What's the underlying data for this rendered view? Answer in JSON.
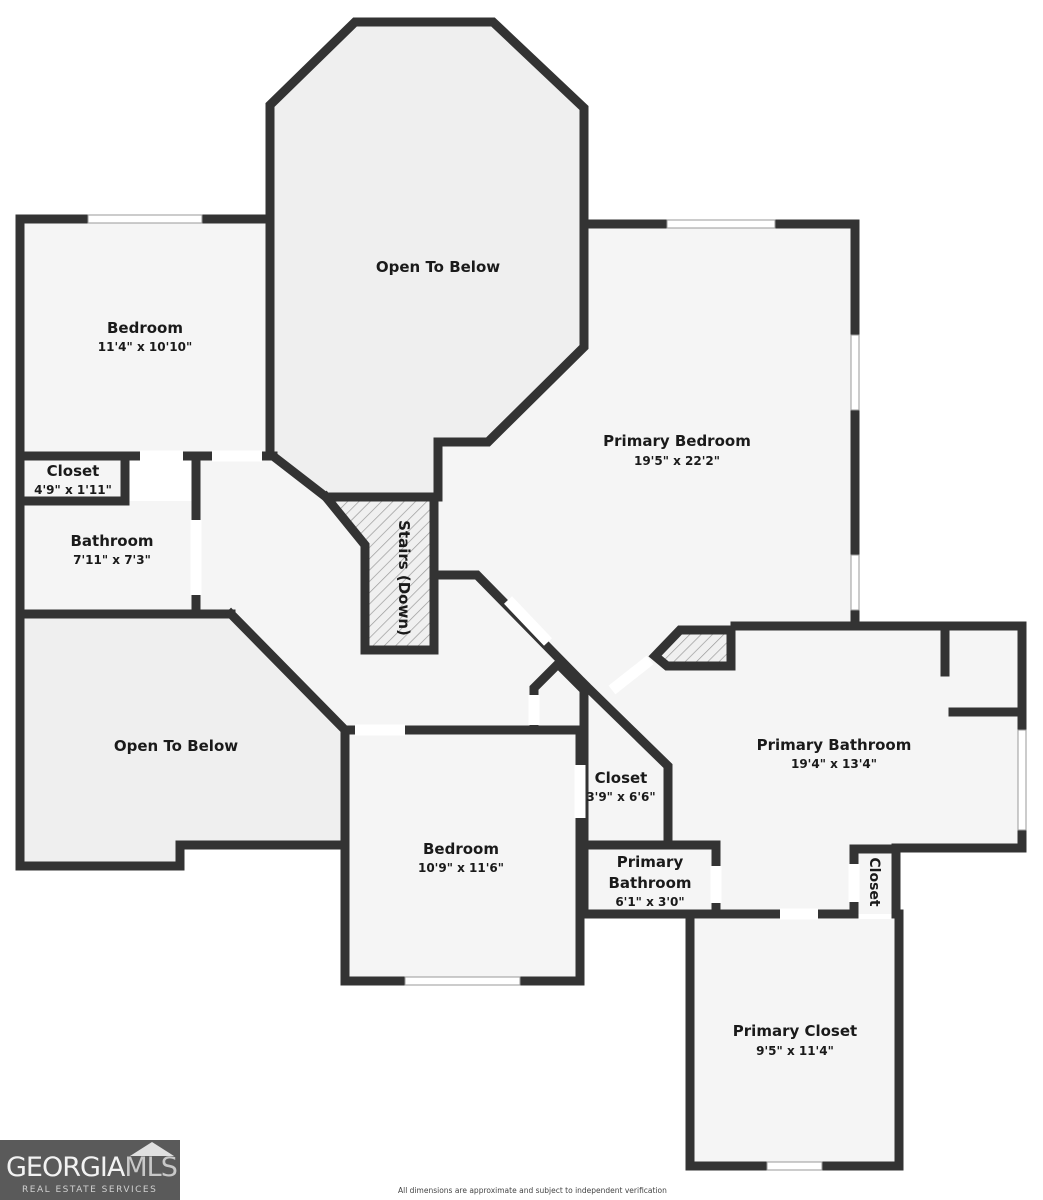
{
  "floorplan": {
    "rooms": [
      {
        "id": "open-to-below-top",
        "name": "Open To Below",
        "dims": ""
      },
      {
        "id": "bedroom-1",
        "name": "Bedroom",
        "dims": "11'4\" x 10'10\""
      },
      {
        "id": "closet-1",
        "name": "Closet",
        "dims": "4'9\" x 1'11\""
      },
      {
        "id": "bathroom-1",
        "name": "Bathroom",
        "dims": "7'11\" x 7'3\""
      },
      {
        "id": "open-to-below-left",
        "name": "Open To Below",
        "dims": ""
      },
      {
        "id": "stairs",
        "name": "Stairs (Down)",
        "dims": ""
      },
      {
        "id": "primary-bedroom",
        "name": "Primary Bedroom",
        "dims": "19'5\" x 22'2\""
      },
      {
        "id": "primary-bathroom",
        "name": "Primary Bathroom",
        "dims": "19'4\" x 13'4\""
      },
      {
        "id": "closet-2",
        "name": "Closet",
        "dims": "3'9\" x 6'6\""
      },
      {
        "id": "bedroom-2",
        "name": "Bedroom",
        "dims": "10'9\" x 11'6\""
      },
      {
        "id": "primary-bathroom-small",
        "name_line1": "Primary",
        "name_line2": "Bathroom",
        "dims": "6'1\" x 3'0\""
      },
      {
        "id": "closet-3",
        "name": "Closet",
        "dims": ""
      },
      {
        "id": "primary-closet",
        "name": "Primary Closet",
        "dims": "9'5\" x 11'4\""
      }
    ]
  },
  "branding": {
    "logo_main": "GEORGIA",
    "logo_accent": "MLS",
    "logo_sub": "REAL ESTATE SERVICES"
  },
  "disclaimer": "All dimensions are approximate and subject to independent verification",
  "colors": {
    "wall": "#333333",
    "floor": "#f5f5f5",
    "background": "#ffffff"
  }
}
